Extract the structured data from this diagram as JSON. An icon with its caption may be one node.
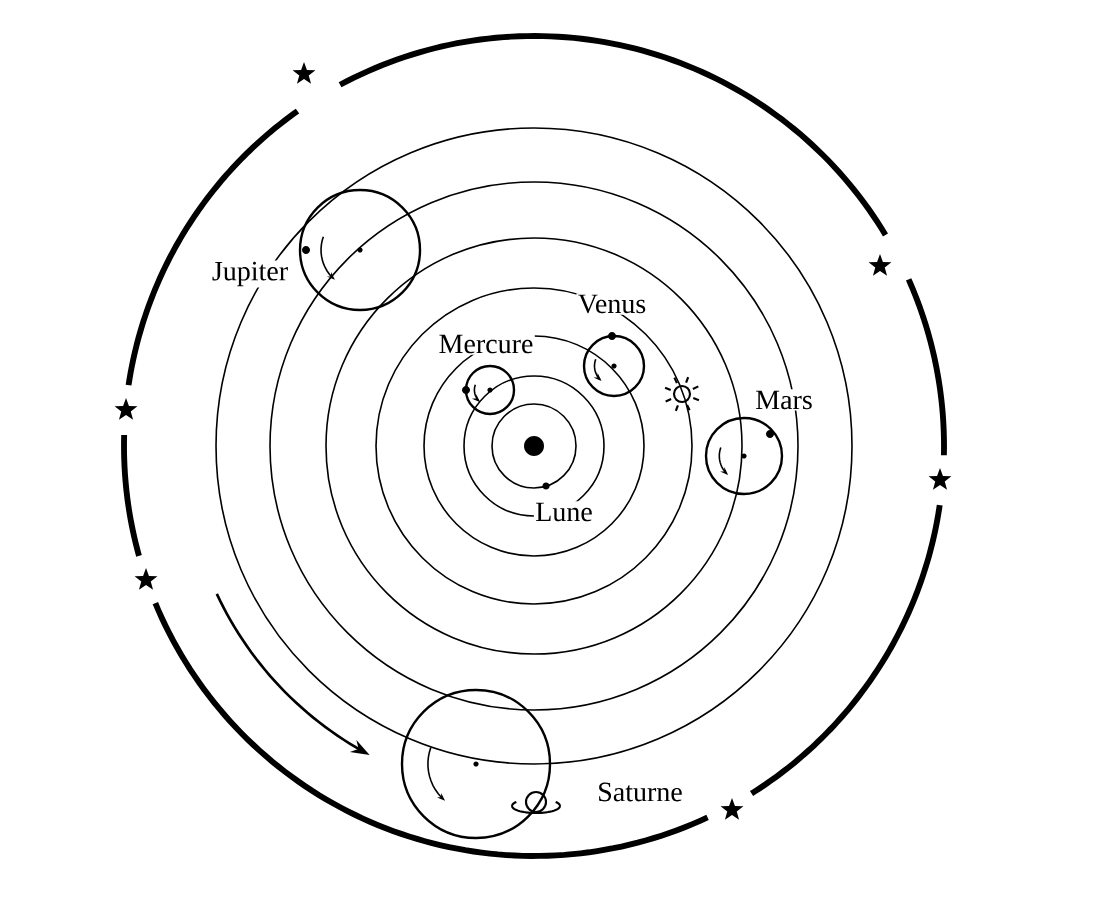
{
  "diagram": {
    "labels": [
      "Jupiter",
      "Venus",
      "Mercure",
      "Mars",
      "Lune",
      "Saturne"
    ]
  }
}
